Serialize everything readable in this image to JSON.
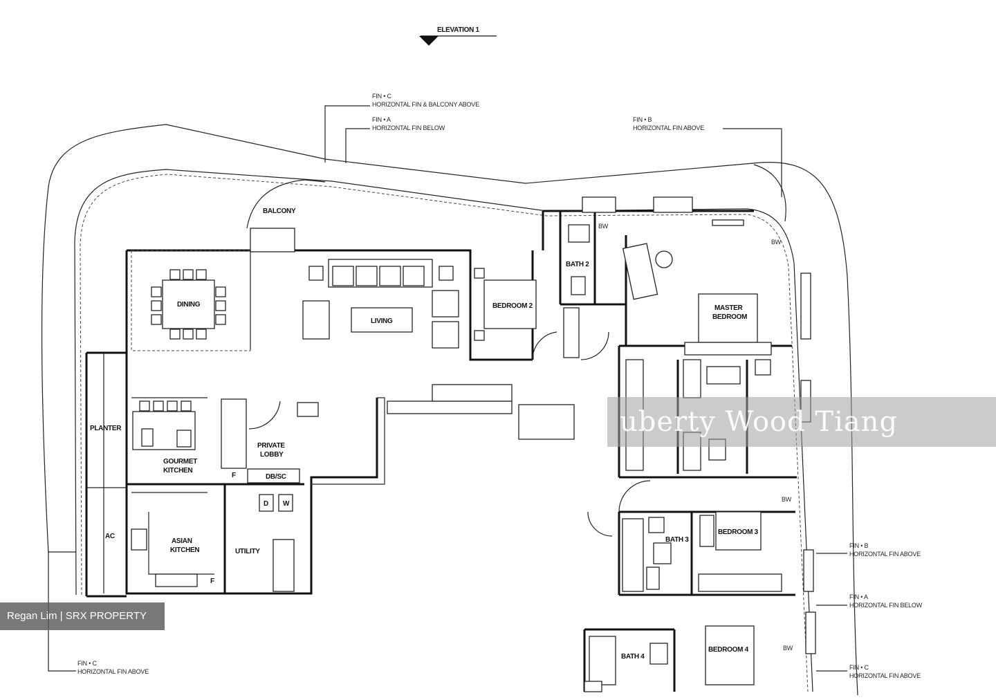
{
  "elevation": "ELEVATION 1",
  "notes": {
    "top_c_code": "FIN • C",
    "top_c_text": "HORIZONTAL FIN & BALCONY ABOVE",
    "top_a_code": "FIN • A",
    "top_a_text": "HORIZONTAL FIN BELOW",
    "top_b_code": "FIN • B",
    "top_b_text": "HORIZONTAL FIN ABOVE",
    "right_b_code": "FIN • B",
    "right_b_text": "HORIZONTAL FIN ABOVE",
    "right_a_code": "FIN • A",
    "right_a_text": "HORIZONTAL FIN BELOW",
    "right_c_code": "FIN • C",
    "right_c_text": "HORIZONTAL FIN ABOVE",
    "bottom_c_code": "FIN • C",
    "bottom_c_text": "HORIZONTAL FIN ABOVE"
  },
  "rooms": {
    "balcony": "BALCONY",
    "dining": "DINING",
    "living": "LIVING",
    "bedroom2": "BEDROOM 2",
    "bath2": "BATH 2",
    "master1": "MASTER",
    "master2": "BEDROOM",
    "planter": "PLANTER",
    "gourmet1": "GOURMET",
    "gourmet2": "KITCHEN",
    "lobby1": "PRIVATE",
    "lobby2": "LOBBY",
    "dbsc": "DB/SC",
    "f1": "F",
    "ac": "AC",
    "asian1": "ASIAN",
    "asian2": "KITCHEN",
    "utility": "UTILITY",
    "d": "D",
    "w": "W",
    "f2": "F",
    "bath3": "BATH 3",
    "bedroom3": "BEDROOM 3",
    "bath4": "BATH 4",
    "bedroom4": "BEDROOM 4",
    "bw1": "BW",
    "bw2": "BW",
    "bw3": "BW",
    "bw4": "BW"
  },
  "overlays": {
    "watermark": "uberty Wood Tiang",
    "credit": "Regan Lim | SRX PROPERTY"
  }
}
